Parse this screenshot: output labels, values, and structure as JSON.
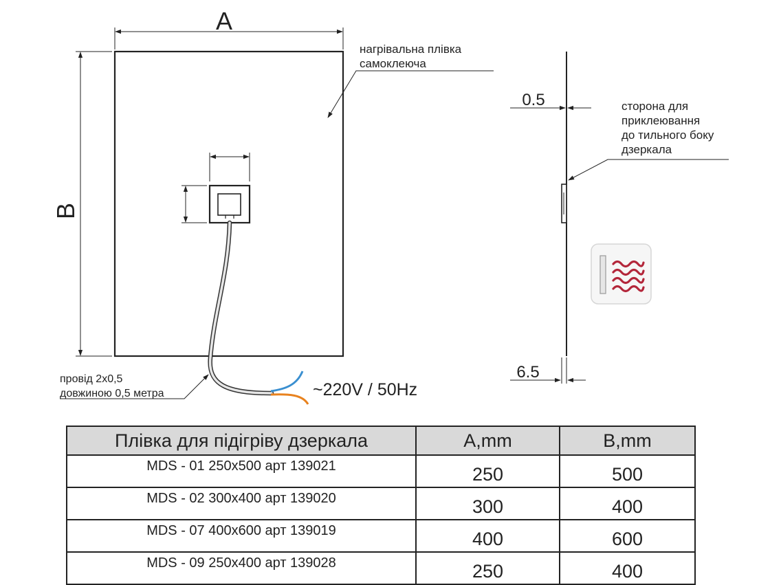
{
  "diagram": {
    "dim_a": "A",
    "dim_b": "B",
    "film_label": [
      "нагрівальна плівка",
      "самоклеюча"
    ],
    "side_label": [
      "сторона для",
      "приклеювання",
      "до тильного боку",
      "дзеркала"
    ],
    "thickness_top": "0.5",
    "thickness_bottom": "6.5",
    "wire_label": [
      "провід 2х0,5",
      "довжиною 0,5 метра"
    ],
    "voltage": "~220V / 50Hz",
    "colors": {
      "wire_blue": "#3a8fd0",
      "wire_orange": "#e8821e",
      "heat_waves": "#b3263a",
      "outline": "#222222"
    },
    "icon": "heat-film-icon"
  },
  "table": {
    "headers": [
      "Плівка для підігріву дзеркала",
      "A,mm",
      "B,mm"
    ],
    "rows": [
      {
        "model": "MDS - 01 250x500 арт 139021",
        "a": "250",
        "b": "500"
      },
      {
        "model": "MDS - 02 300x400 арт 139020",
        "a": "300",
        "b": "400"
      },
      {
        "model": "MDS - 07 400x600 арт 139019",
        "a": "400",
        "b": "600"
      },
      {
        "model": "MDS - 09 250x400 арт 139028",
        "a": "250",
        "b": "400"
      }
    ]
  }
}
